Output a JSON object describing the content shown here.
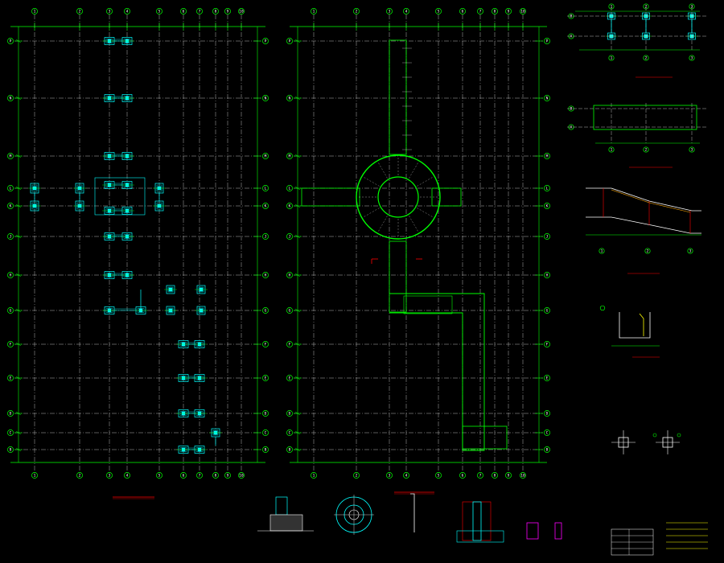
{
  "canvas": {
    "background": "#000000"
  },
  "colors": {
    "grid_line": "#00ff00",
    "axis_dash": "#b4b4b4",
    "footing": "#00ffff",
    "slab": "#00ff00",
    "bubble": "#00ff00",
    "title_underline": "#ff0000",
    "text": "#ffffff",
    "note": "#ffff00",
    "magenta": "#ff00ff"
  },
  "left_plan": {
    "col_labels": [
      "1",
      "2",
      "3",
      "4",
      "5",
      "6",
      "7",
      "8",
      "9",
      "10"
    ],
    "row_labels": [
      "P",
      "N",
      "M",
      "L",
      "K",
      "J",
      "H",
      "G",
      "F",
      "E",
      "D",
      "C",
      "B",
      "A"
    ]
  },
  "right_plan": {
    "col_labels": [
      "1",
      "2",
      "3",
      "4",
      "5",
      "6",
      "7",
      "8",
      "9",
      "10"
    ],
    "row_labels": [
      "P",
      "N",
      "M",
      "L",
      "K",
      "J",
      "H",
      "G",
      "F",
      "E",
      "D",
      "C",
      "B",
      "A"
    ]
  },
  "detail_a": {
    "row_labels": [
      "B",
      "A"
    ],
    "col_labels": [
      "1",
      "2",
      "3"
    ]
  },
  "detail_b": {
    "row_labels": [
      "B",
      "A"
    ],
    "col_labels": [
      "1",
      "2",
      "3"
    ]
  },
  "detail_c": {
    "col_labels": [
      "1",
      "2",
      "3"
    ]
  },
  "icons": [
    "axis-bubble-icon",
    "column-footing-icon",
    "circular-slab-icon",
    "pile-section-icon"
  ]
}
